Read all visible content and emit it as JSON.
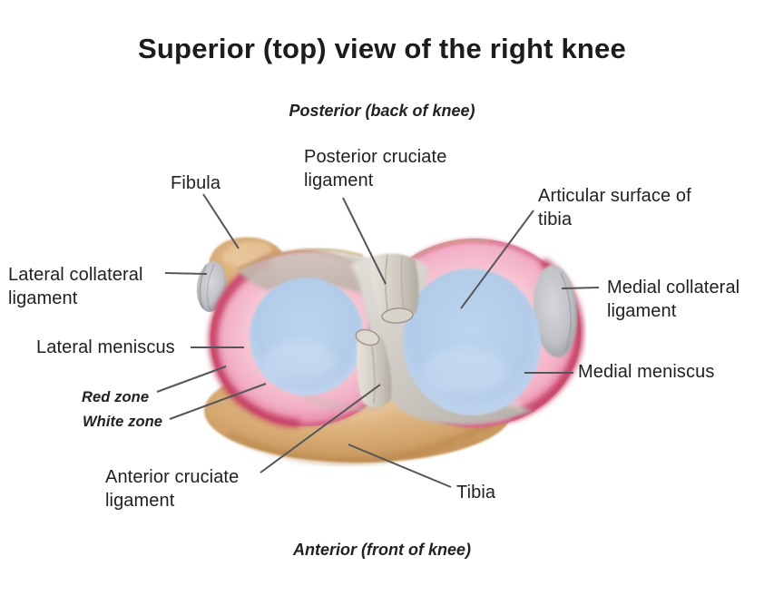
{
  "title": "Superior (top) view of the right knee",
  "orientation_labels": {
    "posterior": "Posterior (back of knee)",
    "anterior": "Anterior (front of knee)"
  },
  "anatomy_labels": {
    "fibula": "Fibula",
    "posterior_cruciate_ligament": "Posterior cruciate ligament",
    "articular_surface_of_tibia": "Articular surface of tibia",
    "lateral_collateral_ligament": "Lateral collateral ligament",
    "medial_collateral_ligament": "Medial collateral ligament",
    "lateral_meniscus": "Lateral meniscus",
    "medial_meniscus": "Medial meniscus",
    "red_zone": "Red zone",
    "white_zone": "White zone",
    "anterior_cruciate_ligament": "Anterior cruciate ligament",
    "tibia": "Tibia"
  },
  "colors": {
    "background": "#ffffff",
    "text": "#232021",
    "leader_line": "#55565a",
    "meniscus_pink": "#f4bacc",
    "meniscus_red_rim": "#c43f62",
    "articular_cartilage_blue": "#b5cfea",
    "bone_tan": "#d7a96f",
    "joint_capsule_gray": "#cdc9c2",
    "collateral_ligament_gray": "#bcbec3"
  }
}
